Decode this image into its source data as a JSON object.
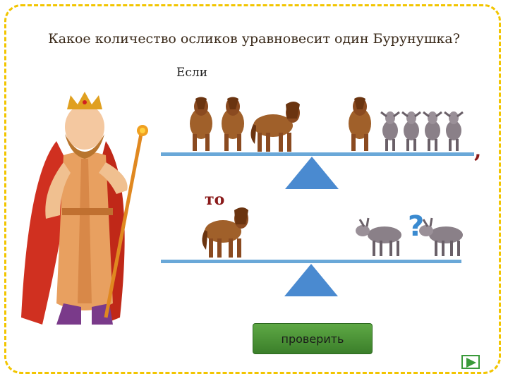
{
  "question": "Какое количество осликов уравновесит один Бурунушка?",
  "if_label": "Если",
  "comma": ",",
  "then_label": "то",
  "question_mark": "?",
  "check_button": "проверить",
  "icons": {
    "tsar": "tsar-character-icon",
    "horse": "horse-icon",
    "donkey": "donkey-icon",
    "next": "next-arrow-icon"
  },
  "colors": {
    "frame": "#f2c500",
    "beam": "#6aa8d8",
    "fulcrum": "#4a8ad0",
    "button": "#4e963a",
    "text_accent": "#8a1a1a"
  }
}
